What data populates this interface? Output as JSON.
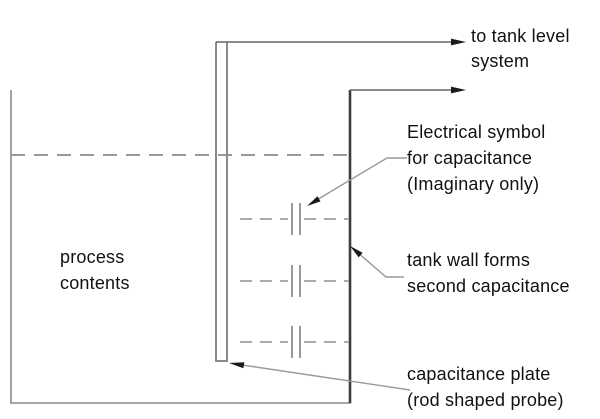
{
  "diagram": {
    "labels": {
      "to_tank_level_system": "to tank level\nsystem",
      "electrical_symbol": "Electrical symbol\nfor capacitance\n(Imaginary only)",
      "process_contents": "process\ncontents",
      "tank_wall": "tank wall forms\nsecond capacitance",
      "capacitance_plate": "capacitance plate\n(rod shaped probe)"
    },
    "colors": {
      "background": "#ffffff",
      "text": "#111111",
      "line_gray": "#8a8a8a",
      "line_mid": "#999999",
      "line_light": "#ababab",
      "tank_wall_dark": "#3d3d3d",
      "arrow_black": "#1a1a1a"
    }
  }
}
